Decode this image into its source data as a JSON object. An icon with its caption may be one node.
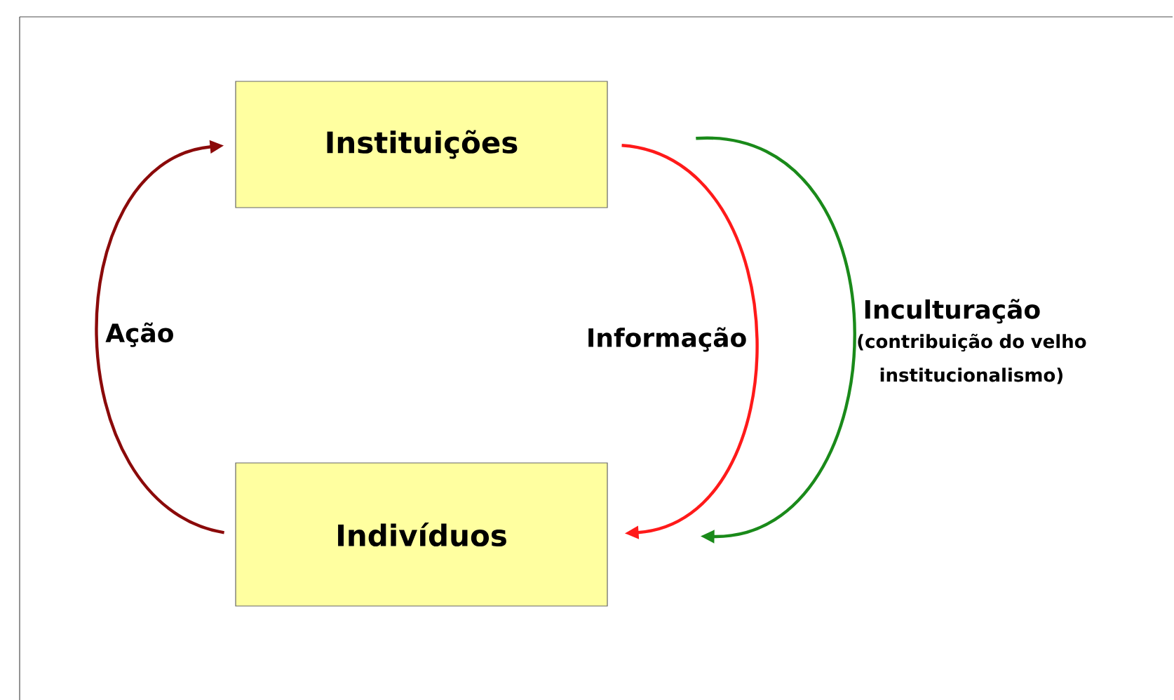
{
  "diagram": {
    "nodes": [
      {
        "text": [
          "Instituições"
        ]
      },
      {
        "text": [
          "Indivíduos"
        ]
      }
    ],
    "edges": [
      {
        "from": 1,
        "to": 0,
        "arrow": "to",
        "label": "Ação",
        "color": "#8b0a0a"
      },
      {
        "from": 0,
        "to": 1,
        "arrow": "to",
        "label": "Informação",
        "color": "#ff1a1a"
      },
      {
        "from": 0,
        "to": 1,
        "arrow": "to",
        "label": "Inculturação",
        "color": "#1a8a1a"
      }
    ],
    "labels": [
      "(contribuição do velho institucionalismo)"
    ]
  }
}
